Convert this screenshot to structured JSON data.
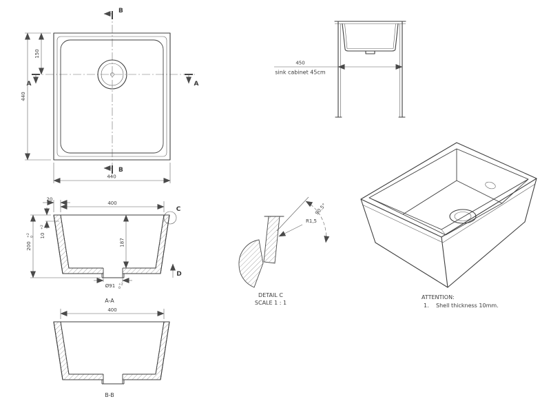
{
  "plan_view": {
    "dim_left": "440",
    "dim_bottom": "440",
    "dim_drain_offset": "150",
    "marker_a": "A",
    "marker_b": "B"
  },
  "side_view": {
    "dim_width": "450",
    "dim_label": "sink cabinet 45cm"
  },
  "section_aa": {
    "label": "A-A",
    "dim_width": "400",
    "dim_flange": "20",
    "dim_height": "200",
    "dim_thickness": "10",
    "dim_depth": "187",
    "dim_drain": "Ø91",
    "tol_plus": "+2",
    "tol_zero": "0",
    "detail_marker": "C",
    "direction_marker": "D"
  },
  "section_bb": {
    "label": "B-B",
    "dim_width": "400"
  },
  "detail_c": {
    "title": "DETAIL C",
    "scale": "SCALE 1 : 1",
    "radius": "R1,5",
    "angle": "90.5°"
  },
  "notes": {
    "heading": "ATTENTION:",
    "item_number": "1.",
    "item_text": "Shell thickness 10mm."
  }
}
